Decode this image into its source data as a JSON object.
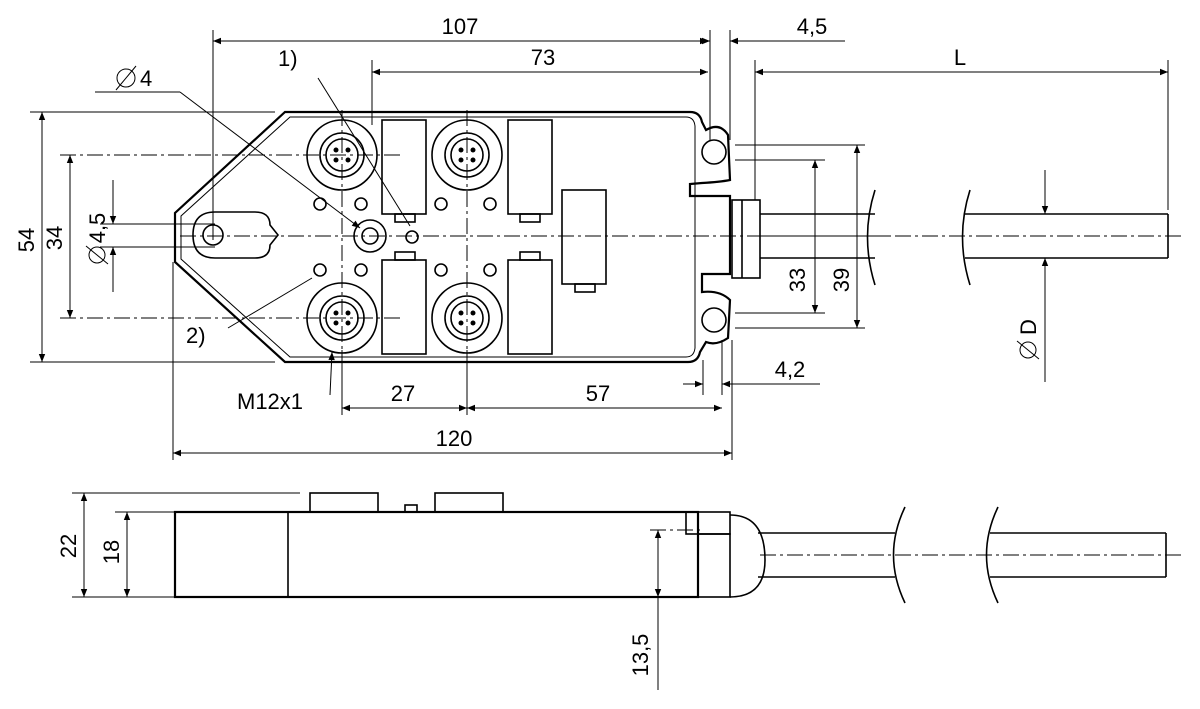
{
  "dimensions": {
    "overall_length": "107",
    "port_span": "73",
    "offset_45": "4,5",
    "cable_length": "L",
    "dia_4": "4",
    "note_1": "1)",
    "note_2": "2)",
    "height_54": "54",
    "height_34": "34",
    "dia_45": "4,5",
    "width_33": "33",
    "width_39": "39",
    "dia_d": "D",
    "offset_42": "4,2",
    "thread": "M12x1",
    "pitch_27": "27",
    "pitch_57": "57",
    "total_120": "120",
    "height_22": "22",
    "height_18": "18",
    "height_135": "13,5"
  },
  "colors": {
    "line": "#000000",
    "background": "#ffffff"
  },
  "icons": {
    "diameter": "diameter-symbol-icon",
    "arrow": "arrowhead-icon"
  }
}
